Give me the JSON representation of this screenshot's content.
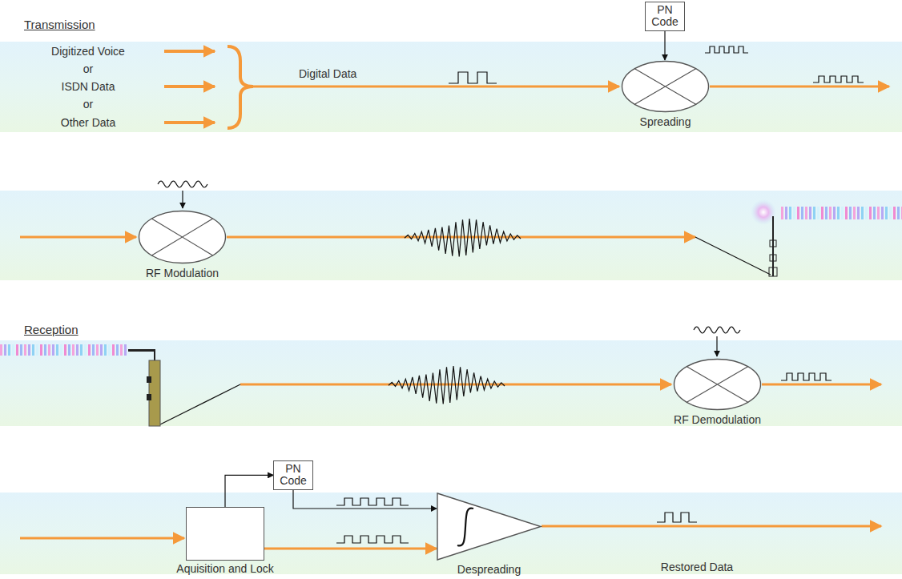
{
  "diagram": {
    "nodes": [
      {
        "text": [
          "PN Code"
        ]
      },
      {
        "text": [
          "Spreading"
        ]
      },
      {
        "text": [
          "RF Modulation"
        ]
      },
      {
        "text": [
          "RF Demodulation"
        ]
      },
      {
        "text": [
          "PN Code"
        ]
      },
      {
        "text": [
          "Aquisition and Lock"
        ]
      },
      {
        "text": [
          "Despreading"
        ]
      }
    ],
    "edges": [
      {
        "from": 0,
        "to": 1,
        "arrow": "to"
      },
      {
        "from": 5,
        "to": 4,
        "arrow": "to"
      },
      {
        "from": 4,
        "to": 6,
        "arrow": "to"
      },
      {
        "from": 5,
        "to": 6,
        "arrow": "to"
      }
    ],
    "labels": [
      "Transmission",
      "Digitized Voice",
      "or",
      "ISDN Data",
      "or",
      "Other Data",
      "Digital Data",
      "Reception",
      "Restored Data"
    ]
  }
}
